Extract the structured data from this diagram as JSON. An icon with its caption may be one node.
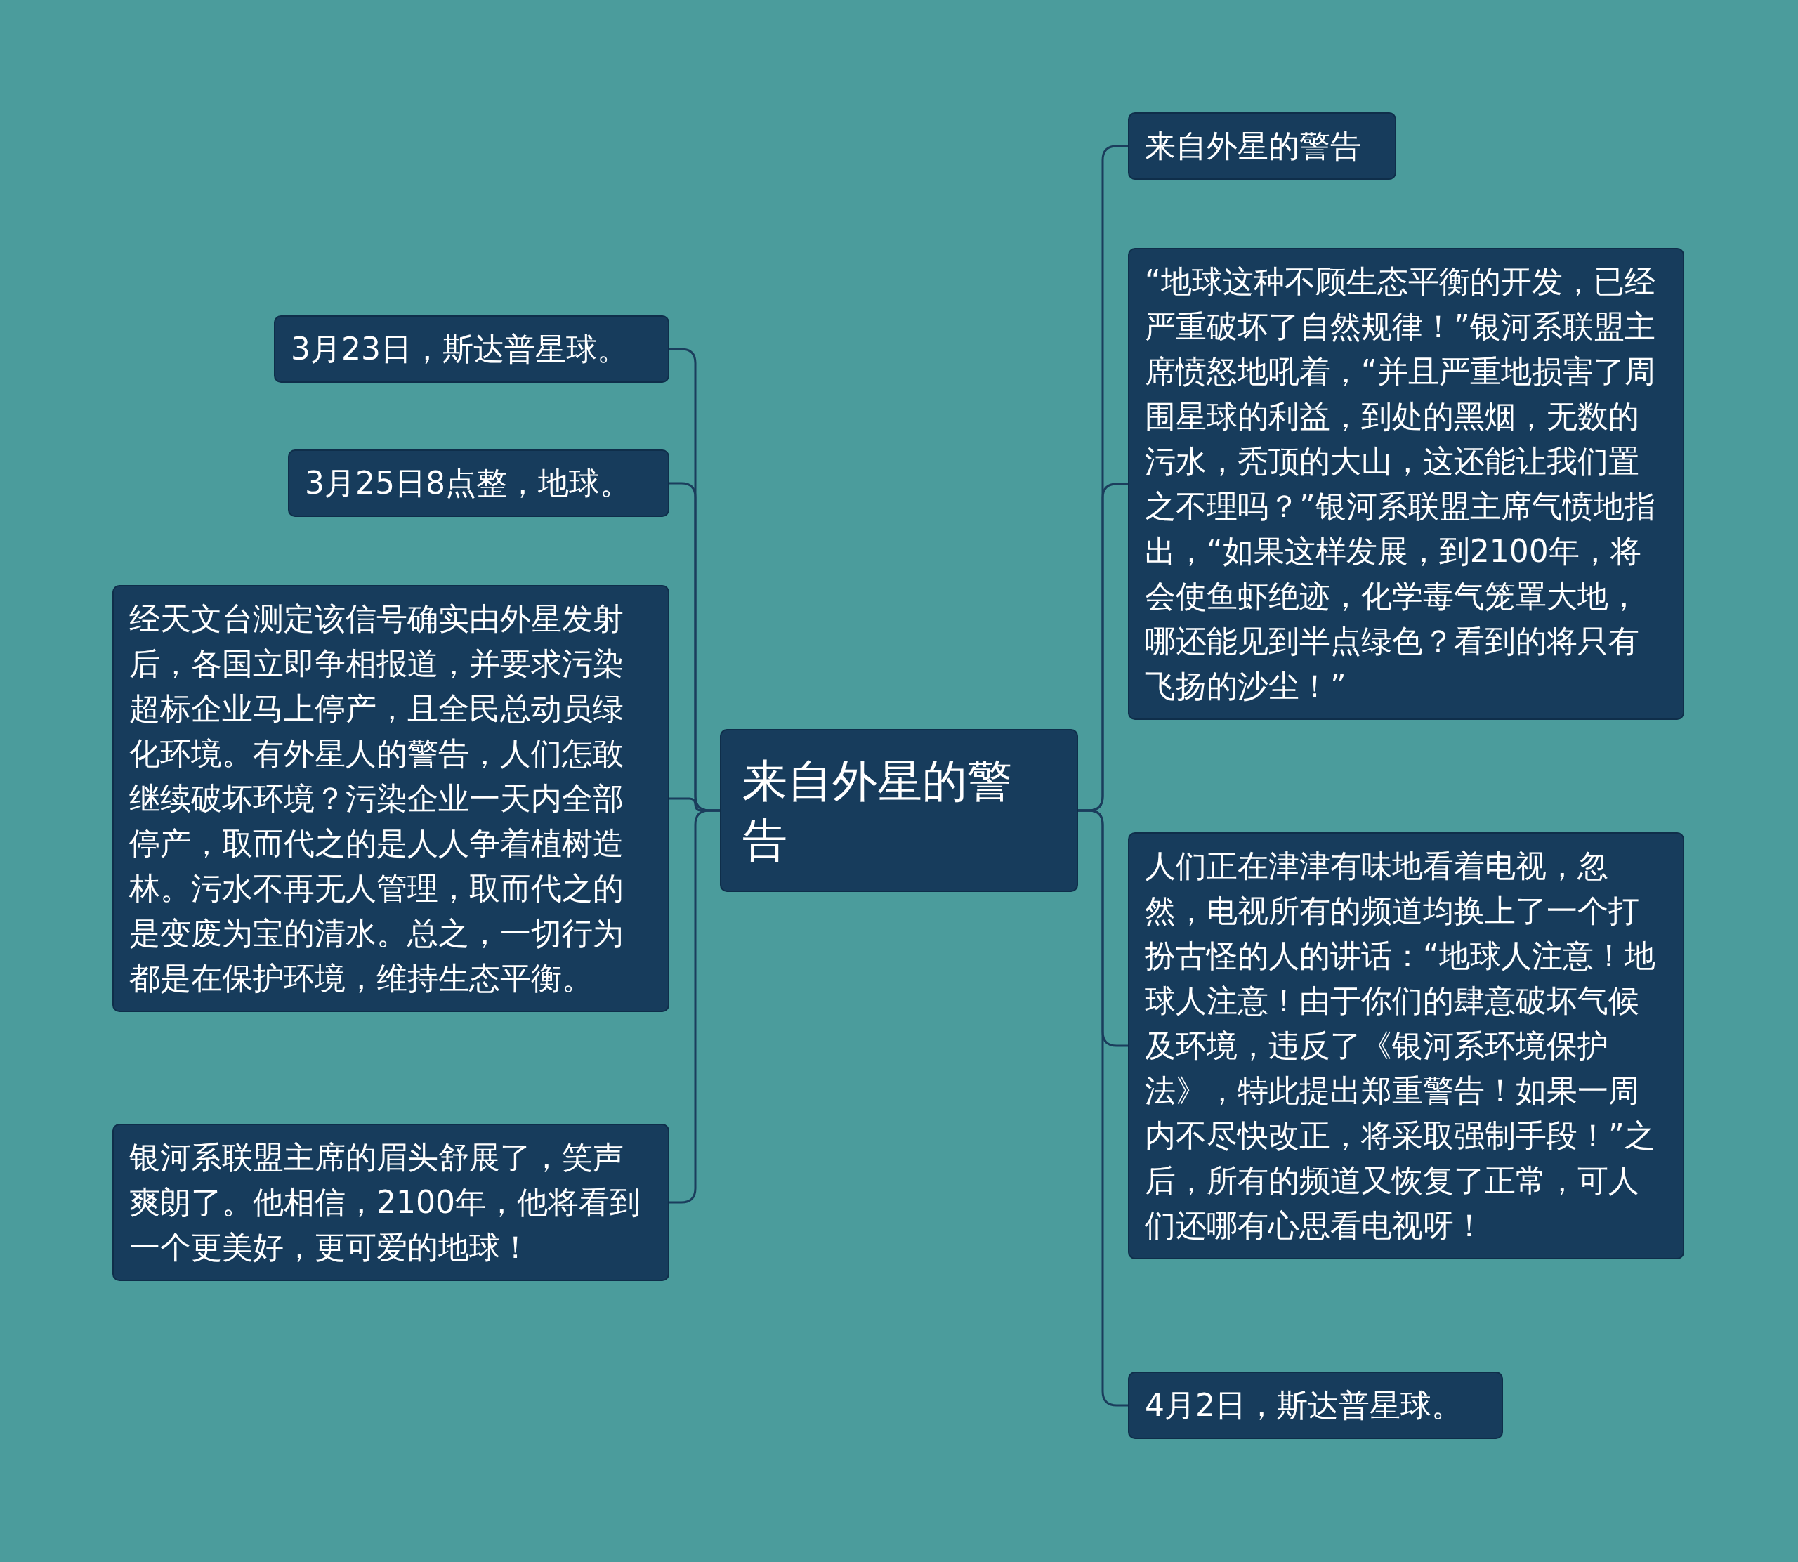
{
  "diagram": {
    "nodes": [
      {
        "text": [
          "来自外星的警告"
        ]
      },
      {
        "text": [
          "3月23日，斯达普星球。"
        ]
      },
      {
        "text": [
          "3月25日8点整，地球。"
        ]
      },
      {
        "text": [
          "经天文台测定该信号确实由外星发射后，各国立即争相报道，并要求污染超标企业马上停产，且全民总动员绿化环境。有外星人的警告，人们怎敢继续破坏环境？污染企业一天内全部停产，取而代之的是人人争着植树造林。污水不再无人管理，取而代之的是变废为宝的清水。总之，一切行为都是在保护环境，维持生态平衡。"
        ]
      },
      {
        "text": [
          "银河系联盟主席的眉头舒展了，笑声爽朗了。他相信，2100年，他将看到一个更美好，更可爱的地球！"
        ]
      },
      {
        "text": [
          "来自外星的警告"
        ]
      },
      {
        "text": [
          "“地球这种不顾生态平衡的开发，已经严重破坏了自然规律！”银河系联盟主席愤怒地吼着，“并且严重地损害了周围星球的利益，到处的黑烟，无数的污水，秃顶的大山，这还能让我们置之不理吗？”银河系联盟主席气愤地指出，“如果这样发展，到2100年，将会使鱼虾绝迹，化学毒气笼罩大地，哪还能见到半点绿色？看到的将只有飞扬的沙尘！”"
        ]
      },
      {
        "text": [
          "人们正在津津有味地看着电视，忽然，电视所有的频道均换上了一个打扮古怪的人的讲话：“地球人注意！地球人注意！由于你们的肆意破坏气候及环境，违反了《银河系环境保护法》，特此提出郑重警告！如果一周内不尽快改正，将采取强制手段！”之后，所有的频道又恢复了正常，可人们还哪有心思看电视呀！"
        ]
      },
      {
        "text": [
          "4月2日，斯达普星球。"
        ]
      }
    ],
    "edges": [
      {
        "from": 0,
        "to": 1,
        "arrow": "none"
      },
      {
        "from": 0,
        "to": 2,
        "arrow": "none"
      },
      {
        "from": 0,
        "to": 3,
        "arrow": "none"
      },
      {
        "from": 0,
        "to": 4,
        "arrow": "none"
      },
      {
        "from": 0,
        "to": 5,
        "arrow": "none"
      },
      {
        "from": 0,
        "to": 6,
        "arrow": "none"
      },
      {
        "from": 0,
        "to": 7,
        "arrow": "none"
      },
      {
        "from": 0,
        "to": 8,
        "arrow": "none"
      }
    ]
  }
}
